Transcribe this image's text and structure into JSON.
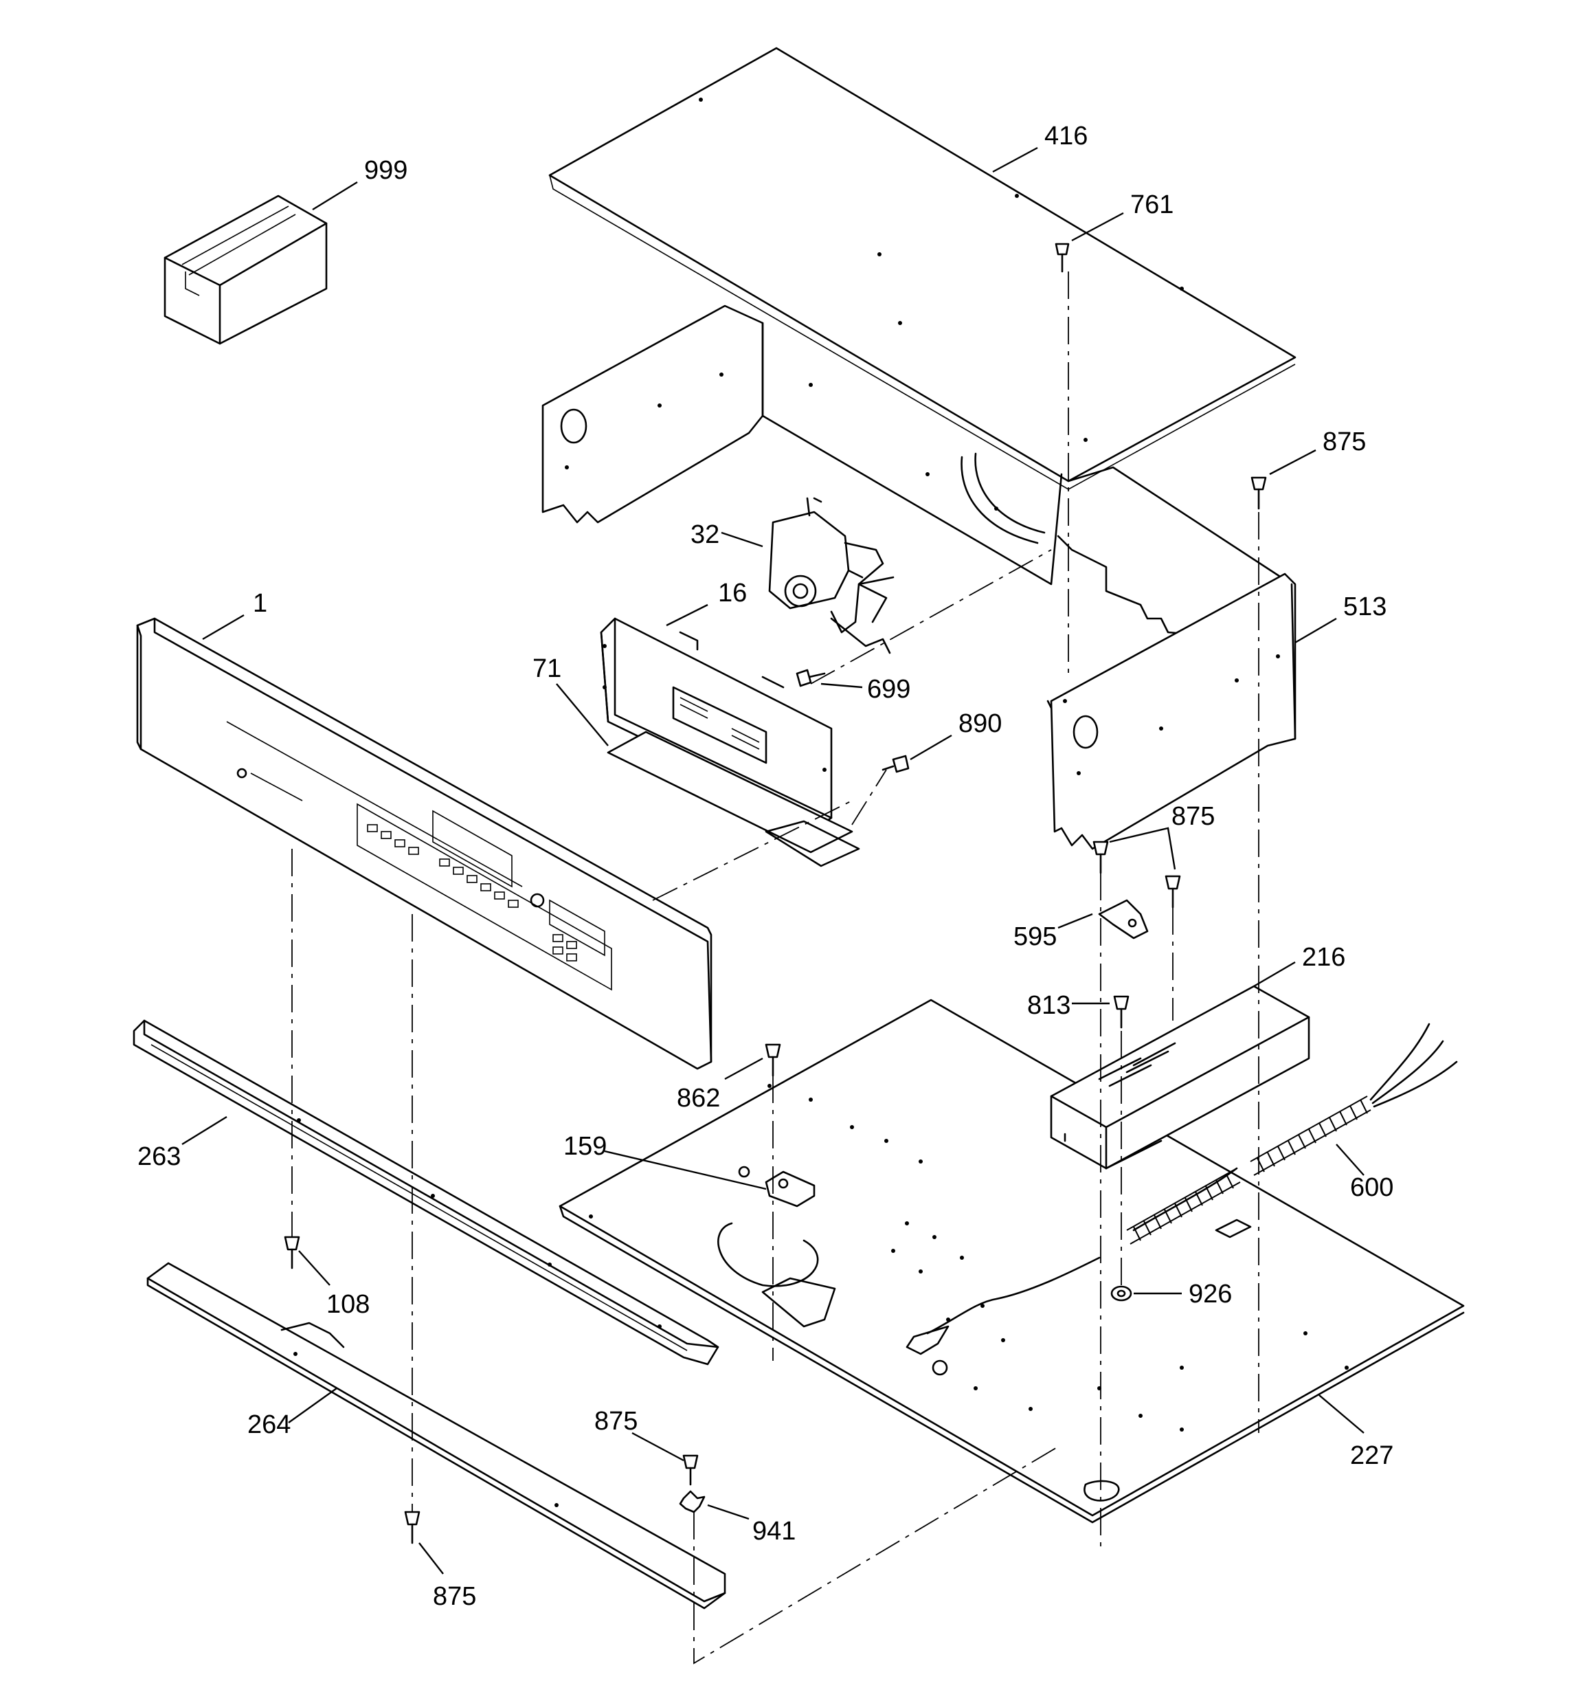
{
  "diagram": {
    "callouts": [
      {
        "id": "c999",
        "label": "999"
      },
      {
        "id": "c416",
        "label": "416"
      },
      {
        "id": "c761",
        "label": "761"
      },
      {
        "id": "c875a",
        "label": "875"
      },
      {
        "id": "c32",
        "label": "32"
      },
      {
        "id": "c1",
        "label": "1"
      },
      {
        "id": "c16",
        "label": "16"
      },
      {
        "id": "c513",
        "label": "513"
      },
      {
        "id": "c71",
        "label": "71"
      },
      {
        "id": "c699",
        "label": "699"
      },
      {
        "id": "c890",
        "label": "890"
      },
      {
        "id": "c875b",
        "label": "875"
      },
      {
        "id": "c595",
        "label": "595"
      },
      {
        "id": "c216",
        "label": "216"
      },
      {
        "id": "c813",
        "label": "813"
      },
      {
        "id": "c862",
        "label": "862"
      },
      {
        "id": "c263",
        "label": "263"
      },
      {
        "id": "c159",
        "label": "159"
      },
      {
        "id": "c600",
        "label": "600"
      },
      {
        "id": "c108",
        "label": "108"
      },
      {
        "id": "c926",
        "label": "926"
      },
      {
        "id": "c264",
        "label": "264"
      },
      {
        "id": "c875c",
        "label": "875"
      },
      {
        "id": "c227",
        "label": "227"
      },
      {
        "id": "c941",
        "label": "941"
      },
      {
        "id": "c875d",
        "label": "875"
      }
    ]
  }
}
